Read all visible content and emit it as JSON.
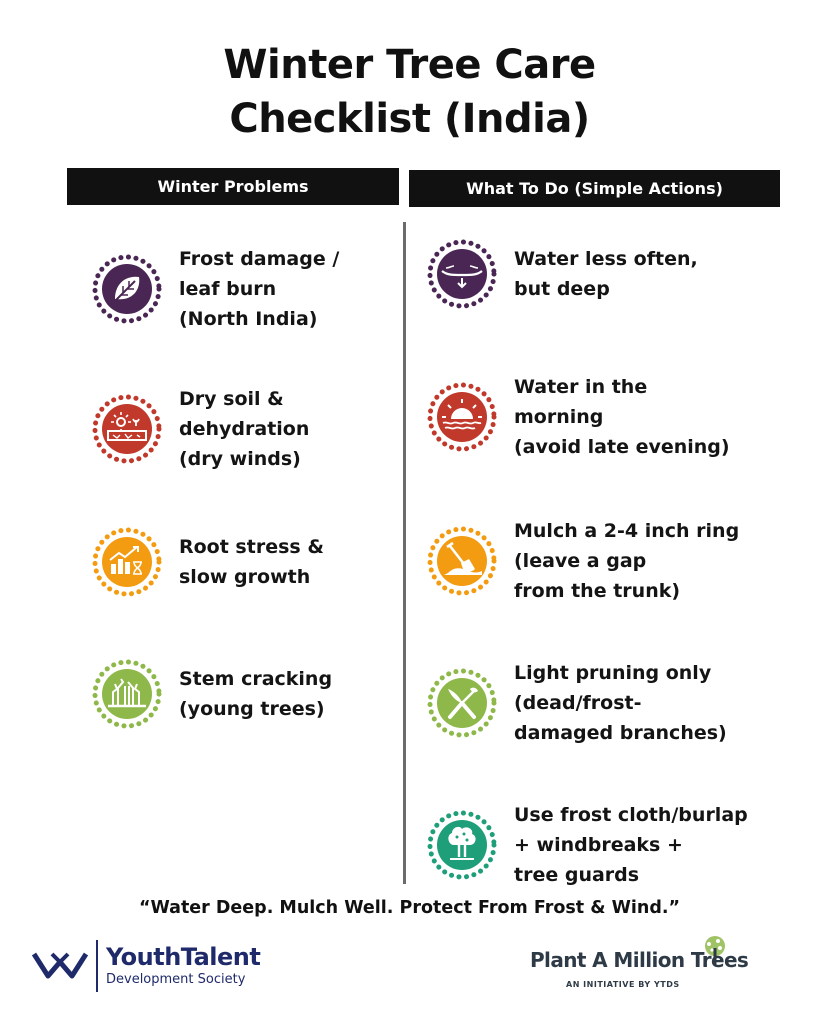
{
  "title": "Winter Tree Care\nChecklist (India)",
  "headers": {
    "left": "Winter Problems",
    "right": "What To Do (Simple Actions)"
  },
  "problems": [
    {
      "text": "Frost damage /\nleaf burn\n(North India)",
      "icon": "leaf-icon",
      "color": "#4a2654"
    },
    {
      "text": "Dry soil &\ndehydration\n(dry winds)",
      "icon": "dry-soil-icon",
      "color": "#c0392b"
    },
    {
      "text": "Root stress &\nslow growth",
      "icon": "growth-chart-icon",
      "color": "#f39c12"
    },
    {
      "text": "Stem cracking\n(young trees)",
      "icon": "cracked-stem-icon",
      "color": "#8fb84a"
    }
  ],
  "actions": [
    {
      "text": "Water less often,\nbut deep",
      "icon": "deep-water-icon",
      "color": "#4a2654"
    },
    {
      "text": "Water in the\nmorning\n(avoid late evening)",
      "icon": "sunrise-icon",
      "color": "#c0392b"
    },
    {
      "text": "Mulch a 2-4 inch ring\n(leave a gap\nfrom the trunk)",
      "icon": "shovel-icon",
      "color": "#f39c12"
    },
    {
      "text": "Light pruning only\n(dead/frost-\ndamaged branches)",
      "icon": "pruning-shears-icon",
      "color": "#8fb84a"
    },
    {
      "text": "Use frost cloth/burlap\n+ windbreaks +\ntree guards",
      "icon": "tree-guard-icon",
      "color": "#1f9e7a"
    }
  ],
  "quote": "“Water Deep. Mulch Well. Protect From Frost & Wind.”",
  "logos": {
    "ytds_name": "YouthTalent",
    "ytds_sub": "Development Society",
    "pam_name": "Plant A Million Trees",
    "pam_sub": "AN INITIATIVE BY YTDS",
    "ytds_color": "#1f2a6b",
    "pam_color": "#2e3b47"
  }
}
